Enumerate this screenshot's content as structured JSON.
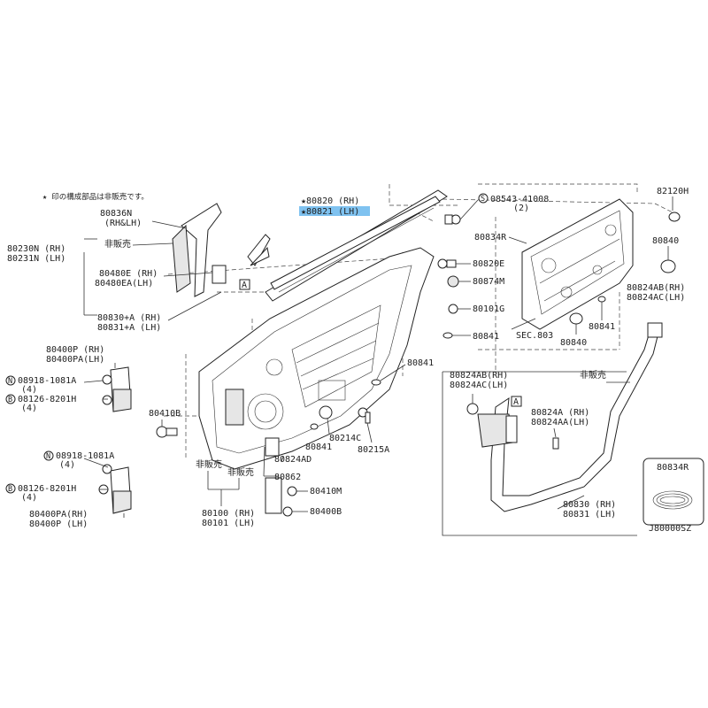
{
  "note": "★ 印の構成部品は非販売です。",
  "callouts": {
    "p80820": "★80820 (RH)",
    "p80821": "★80821 (LH)",
    "p08543": "08543-41008",
    "p08543_qty": "(2)",
    "p82120h": "82120H",
    "p80834r_top": "80834R",
    "p80840_r": "80840",
    "p80836n": "80836N",
    "p80836n_sub": "(RH&LH)",
    "p_hihanbai_1": "非販売",
    "p80230n": "80230N (RH)",
    "p80231n": "80231N (LH)",
    "p80480e": "80480E (RH)",
    "p80480ea": "80480EA(LH)",
    "p80830a": "80830+A (RH)",
    "p80831a": "80831+A (LH)",
    "p80820e": "80820E",
    "p80874m": "80874M",
    "p80101g": "80101G",
    "p80841_1": "80841",
    "p80824ab_1": "80824AB(RH)",
    "p80824ac_1": "80824AC(LH)",
    "p80841_2": "80841",
    "p_sec803": "SEC.803",
    "p80840_c": "80840",
    "p80400p": "80400P  (RH)",
    "p80400pa": "80400PA(LH)",
    "p80841_3": "80841",
    "p08918_1": "08918-1081A",
    "p08918_1q": "(4)",
    "p08126_1": "08126-8201H",
    "p08126_1q": "(4)",
    "p80410b": "80410B",
    "p80214c": "80214C",
    "p80841_4": "80841",
    "p80215a": "80215A",
    "p80824ad": "80824AD",
    "p08918_2": "08918-1081A",
    "p08918_2q": "(4)",
    "p08126_2": "08126-8201H",
    "p08126_2q": "(4)",
    "p80400pa_b": "80400PA(RH)",
    "p80400p_b": "80400P  (LH)",
    "p_hihanbai_2": "非販売",
    "p_hihanbai_3": "非販売",
    "p80862": "80862",
    "p80410m": "80410M",
    "p80400b": "80400B",
    "p80100": "80100 (RH)",
    "p80101": "80101 (LH)",
    "p80824ab_2": "80824AB(RH)",
    "p80824ac_2": "80824AC(LH)",
    "p_hihanbai_4": "非販売",
    "p80824a": "80824A  (RH)",
    "p80824aa": "80824AA(LH)",
    "p80830": "80830 (RH)",
    "p80831": "80831 (LH)",
    "p80834r_inset": "80834R",
    "p_ref": "J80000SZ",
    "ref_a1": "A",
    "ref_a2": "A",
    "circ_n": "N",
    "circ_b": "B",
    "circ_s": "S"
  },
  "colors": {
    "highlight": "#7fc2f0",
    "line": "#333333"
  }
}
